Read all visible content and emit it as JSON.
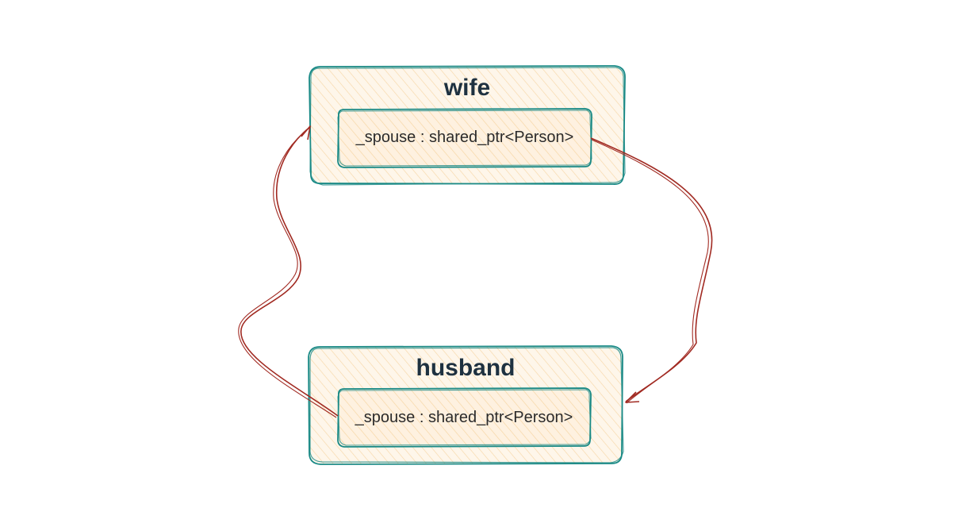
{
  "colors": {
    "box_stroke": "#1a8a86",
    "box_fill": "#fdf0dc",
    "hatch": "#f6d7a8",
    "arrow": "#a12a22",
    "title_text": "#1e3140",
    "field_text": "#2b2b2b"
  },
  "boxes": [
    {
      "id": "wife",
      "title": "wife",
      "field": "_spouse : shared_ptr<Person>"
    },
    {
      "id": "husband",
      "title": "husband",
      "field": "_spouse : shared_ptr<Person>"
    }
  ],
  "arrows": [
    {
      "from": "wife",
      "to": "husband"
    },
    {
      "from": "husband",
      "to": "wife"
    }
  ]
}
